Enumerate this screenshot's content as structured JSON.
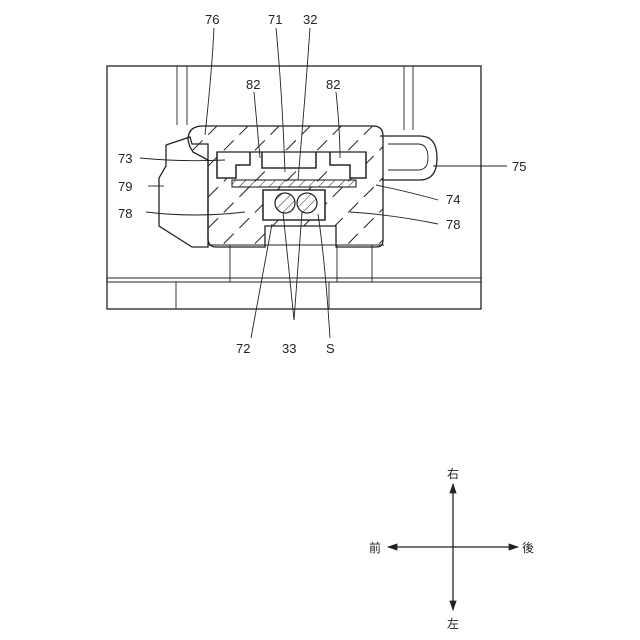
{
  "labels": {
    "n76": "76",
    "n71": "71",
    "n32": "32",
    "n82a": "82",
    "n82b": "82",
    "n73": "73",
    "n75": "75",
    "n79": "79",
    "n74": "74",
    "n78a": "78",
    "n78b": "78",
    "n72": "72",
    "n33": "33",
    "nS": "S"
  },
  "directions": {
    "up": "右",
    "down": "左",
    "left": "前",
    "right": "後"
  }
}
